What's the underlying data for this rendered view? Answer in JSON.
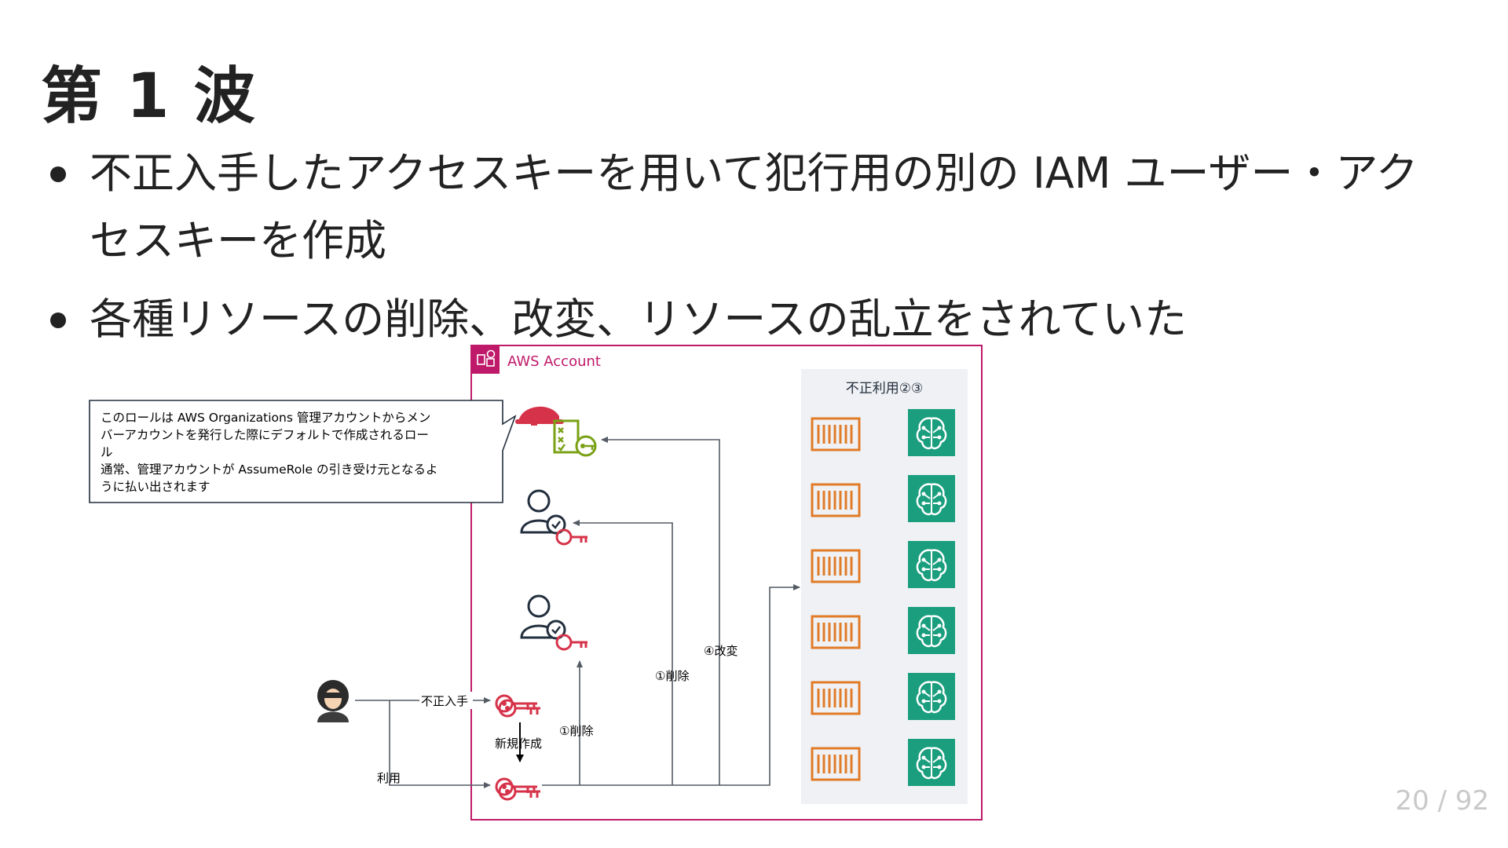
{
  "slide": {
    "title": "第 1 波",
    "bullets": [
      "不正入手したアクセスキーを用いて犯行用の別の IAM ユーザー・アクセスキーを作成",
      "各種リソースの削除、改変、リソースの乱立をされていた"
    ],
    "page_number": "20 / 92"
  },
  "diagram": {
    "account_label": "AWS Account",
    "callout_lines": [
      "このロールは AWS Organizations 管理アカウントからメン",
      "バーアカウントを発行した際にデフォルトで作成されるロー",
      "ル",
      "通常、管理アカウントが AssumeRole の引き受け元となるよ",
      "うに払い出されます"
    ],
    "abuse_group_label": "不正利用②③",
    "edge_labels": {
      "obtained": "不正入手",
      "new_creation": "新規作成",
      "use": "利用",
      "delete_1": "①削除",
      "delete_2": "①削除",
      "modify": "④改変"
    },
    "icons": [
      "aws-account-icon",
      "role-helmet-icon",
      "iam-user-icon",
      "iam-user-icon",
      "attacker-icon",
      "access-key-icon",
      "access-key-icon",
      "container-icon",
      "ml-brain-icon"
    ],
    "colors": {
      "account_border": "#bf1a6a",
      "key_red": "#d6334a",
      "container_orange": "#e07b28",
      "ml_green": "#1a9e7e",
      "role_green": "#7aa116",
      "group_bg": "#eff1f4"
    }
  }
}
